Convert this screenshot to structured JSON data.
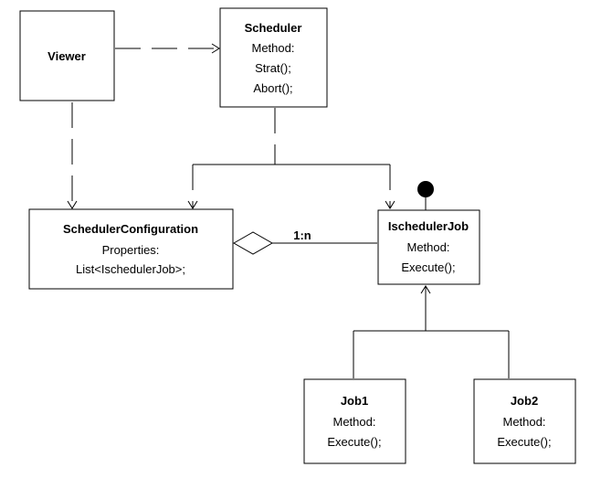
{
  "diagram": {
    "viewer": {
      "title": "Viewer"
    },
    "scheduler": {
      "title": "Scheduler",
      "lines": [
        "Method:",
        "Strat();",
        "Abort();"
      ]
    },
    "scheduler_configuration": {
      "title": "SchedulerConfiguration",
      "lines": [
        "Properties:",
        "List<IschedulerJob>;"
      ]
    },
    "ischeduler_job": {
      "title": "IschedulerJob",
      "lines": [
        "Method:",
        "Execute();"
      ]
    },
    "job1": {
      "title": "Job1",
      "lines": [
        "Method:",
        "Execute();"
      ]
    },
    "job2": {
      "title": "Job2",
      "lines": [
        "Method:",
        "Execute();"
      ]
    },
    "multiplicity": "1:n"
  }
}
